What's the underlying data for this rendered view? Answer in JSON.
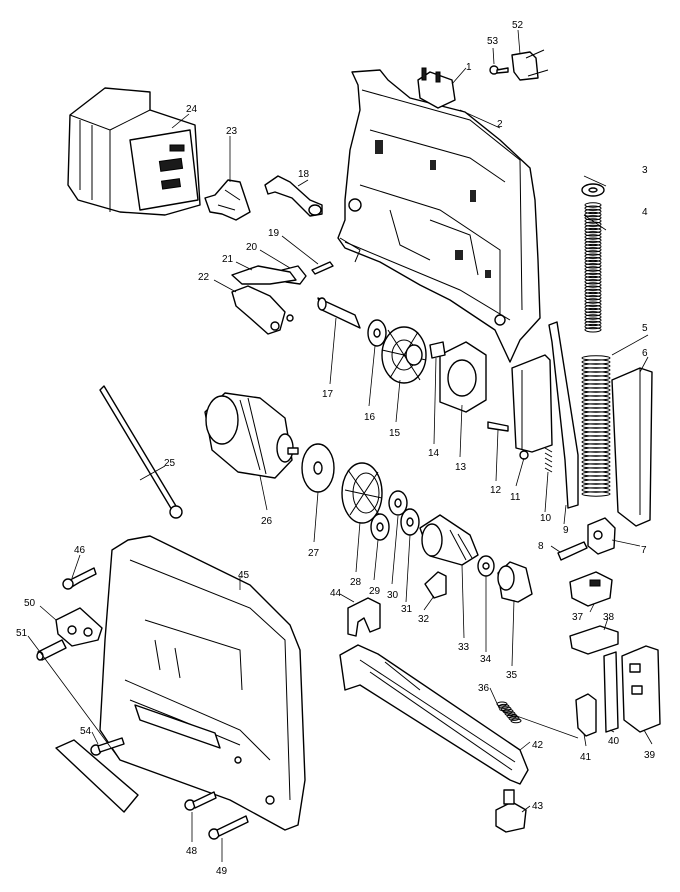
{
  "callouts": [
    {
      "id": "c1",
      "label": "1"
    },
    {
      "id": "c2",
      "label": "2"
    },
    {
      "id": "c3",
      "label": "3"
    },
    {
      "id": "c4",
      "label": "4"
    },
    {
      "id": "c5",
      "label": "5"
    },
    {
      "id": "c6",
      "label": "6"
    },
    {
      "id": "c7",
      "label": "7"
    },
    {
      "id": "c8",
      "label": "8"
    },
    {
      "id": "c9",
      "label": "9"
    },
    {
      "id": "c10",
      "label": "10"
    },
    {
      "id": "c11",
      "label": "11"
    },
    {
      "id": "c12",
      "label": "12"
    },
    {
      "id": "c13",
      "label": "13"
    },
    {
      "id": "c14",
      "label": "14"
    },
    {
      "id": "c15",
      "label": "15"
    },
    {
      "id": "c16",
      "label": "16"
    },
    {
      "id": "c17",
      "label": "17"
    },
    {
      "id": "c18",
      "label": "18"
    },
    {
      "id": "c19",
      "label": "19"
    },
    {
      "id": "c20",
      "label": "20"
    },
    {
      "id": "c21",
      "label": "21"
    },
    {
      "id": "c22",
      "label": "22"
    },
    {
      "id": "c23",
      "label": "23"
    },
    {
      "id": "c24",
      "label": "24"
    },
    {
      "id": "c25",
      "label": "25"
    },
    {
      "id": "c26",
      "label": "26"
    },
    {
      "id": "c27",
      "label": "27"
    },
    {
      "id": "c28",
      "label": "28"
    },
    {
      "id": "c29",
      "label": "29"
    },
    {
      "id": "c30",
      "label": "30"
    },
    {
      "id": "c31",
      "label": "31"
    },
    {
      "id": "c32",
      "label": "32"
    },
    {
      "id": "c33",
      "label": "33"
    },
    {
      "id": "c34",
      "label": "34"
    },
    {
      "id": "c35",
      "label": "35"
    },
    {
      "id": "c36",
      "label": "36"
    },
    {
      "id": "c37",
      "label": "37"
    },
    {
      "id": "c38",
      "label": "38"
    },
    {
      "id": "c39",
      "label": "39"
    },
    {
      "id": "c40",
      "label": "40"
    },
    {
      "id": "c41",
      "label": "41"
    },
    {
      "id": "c42",
      "label": "42"
    },
    {
      "id": "c43",
      "label": "43"
    },
    {
      "id": "c44",
      "label": "44"
    },
    {
      "id": "c45",
      "label": "45"
    },
    {
      "id": "c46",
      "label": "46"
    },
    {
      "id": "c48",
      "label": "48"
    },
    {
      "id": "c49",
      "label": "49"
    },
    {
      "id": "c50",
      "label": "50"
    },
    {
      "id": "c51",
      "label": "51"
    },
    {
      "id": "c52",
      "label": "52"
    },
    {
      "id": "c53",
      "label": "53"
    },
    {
      "id": "c54",
      "label": "54"
    }
  ]
}
